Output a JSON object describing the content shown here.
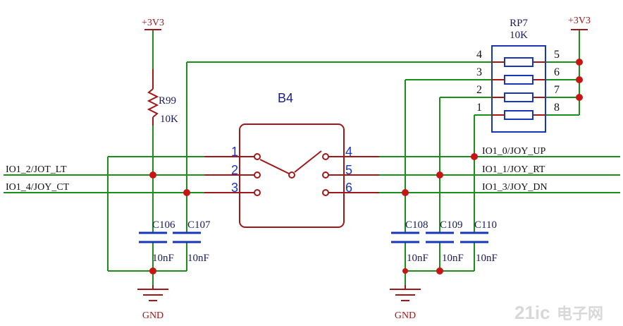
{
  "power": {
    "vcc_left": "+3V3",
    "vcc_right": "+3V3",
    "gnd_left": "GND",
    "gnd_right": "GND"
  },
  "components": {
    "r99": {
      "ref": "R99",
      "value": "10K"
    },
    "rp7": {
      "ref": "RP7",
      "value": "10K",
      "pins_left": [
        "4",
        "3",
        "2",
        "1"
      ],
      "pins_right": [
        "5",
        "6",
        "7",
        "8"
      ]
    },
    "b4": {
      "ref": "B4",
      "pins_left": [
        "1",
        "2",
        "3"
      ],
      "pins_right": [
        "4",
        "5",
        "6"
      ]
    },
    "c106": {
      "ref": "C106",
      "value": "10nF"
    },
    "c107": {
      "ref": "C107",
      "value": "10nF"
    },
    "c108": {
      "ref": "C108",
      "value": "10nF"
    },
    "c109": {
      "ref": "C109",
      "value": "10nF"
    },
    "c110": {
      "ref": "C110",
      "value": "10nF"
    }
  },
  "nets": {
    "left": [
      "IO1_2/JOT_LT",
      "IO1_4/JOY_CT"
    ],
    "right": [
      "IO1_0/JOY_UP",
      "IO1_1/JOY_RT",
      "IO1_3/JOY_DN"
    ]
  },
  "watermark": {
    "text": "21ic",
    "sub": "电子网"
  },
  "colors": {
    "wire": "#1a8f1a",
    "part": "#a01818",
    "cap": "#1836b8",
    "junction": "#c81414"
  }
}
